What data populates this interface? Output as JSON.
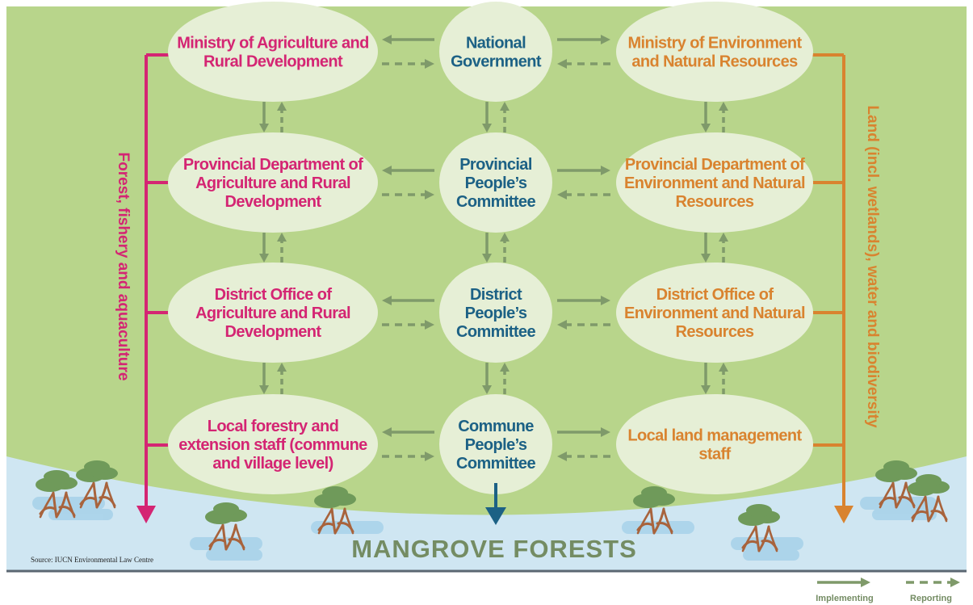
{
  "colors": {
    "background_green": "#b8d58b",
    "water_blue": "#cfe6f2",
    "node_fill": "#e6efd6",
    "agriculture_magenta": "#d42573",
    "environment_orange": "#d9832f",
    "government_blue": "#1c6185",
    "arrow_green": "#7f9a6a",
    "mangrove_text": "#748c63"
  },
  "icons": [
    "mangrove-tree-icon"
  ],
  "columns": {
    "agriculture": {
      "side_label": "Forest, fishery and aquaculture",
      "nodes": [
        [
          "Ministry of Agriculture and",
          "Rural Development"
        ],
        [
          "Provincial Department of",
          "Agriculture and Rural",
          "Development"
        ],
        [
          "District Office of",
          "Agriculture and Rural",
          "Development"
        ],
        [
          "Local forestry and",
          "extension staff (commune",
          "and village level)"
        ]
      ]
    },
    "government": {
      "nodes": [
        [
          "National",
          "Government"
        ],
        [
          "Provincial",
          "People’s",
          "Committee"
        ],
        [
          "District",
          "People’s",
          "Committee"
        ],
        [
          "Commune",
          "People’s",
          "Committee"
        ]
      ]
    },
    "environment": {
      "side_label": "Land (incl. wetlands), water and biodiversity",
      "nodes": [
        [
          "Ministry of Environment",
          "and Natural Resources"
        ],
        [
          "Provincial Department of",
          "Environment and Natural",
          "Resources"
        ],
        [
          "District Office of",
          "Environment and Natural",
          "Resources"
        ],
        [
          "Local land management",
          "staff"
        ]
      ]
    }
  },
  "bottom_label": "MANGROVE FORESTS",
  "source": "Source: IUCN Environmental Law Centre",
  "legend": {
    "implementing": "Implementing",
    "reporting": "Reporting"
  }
}
